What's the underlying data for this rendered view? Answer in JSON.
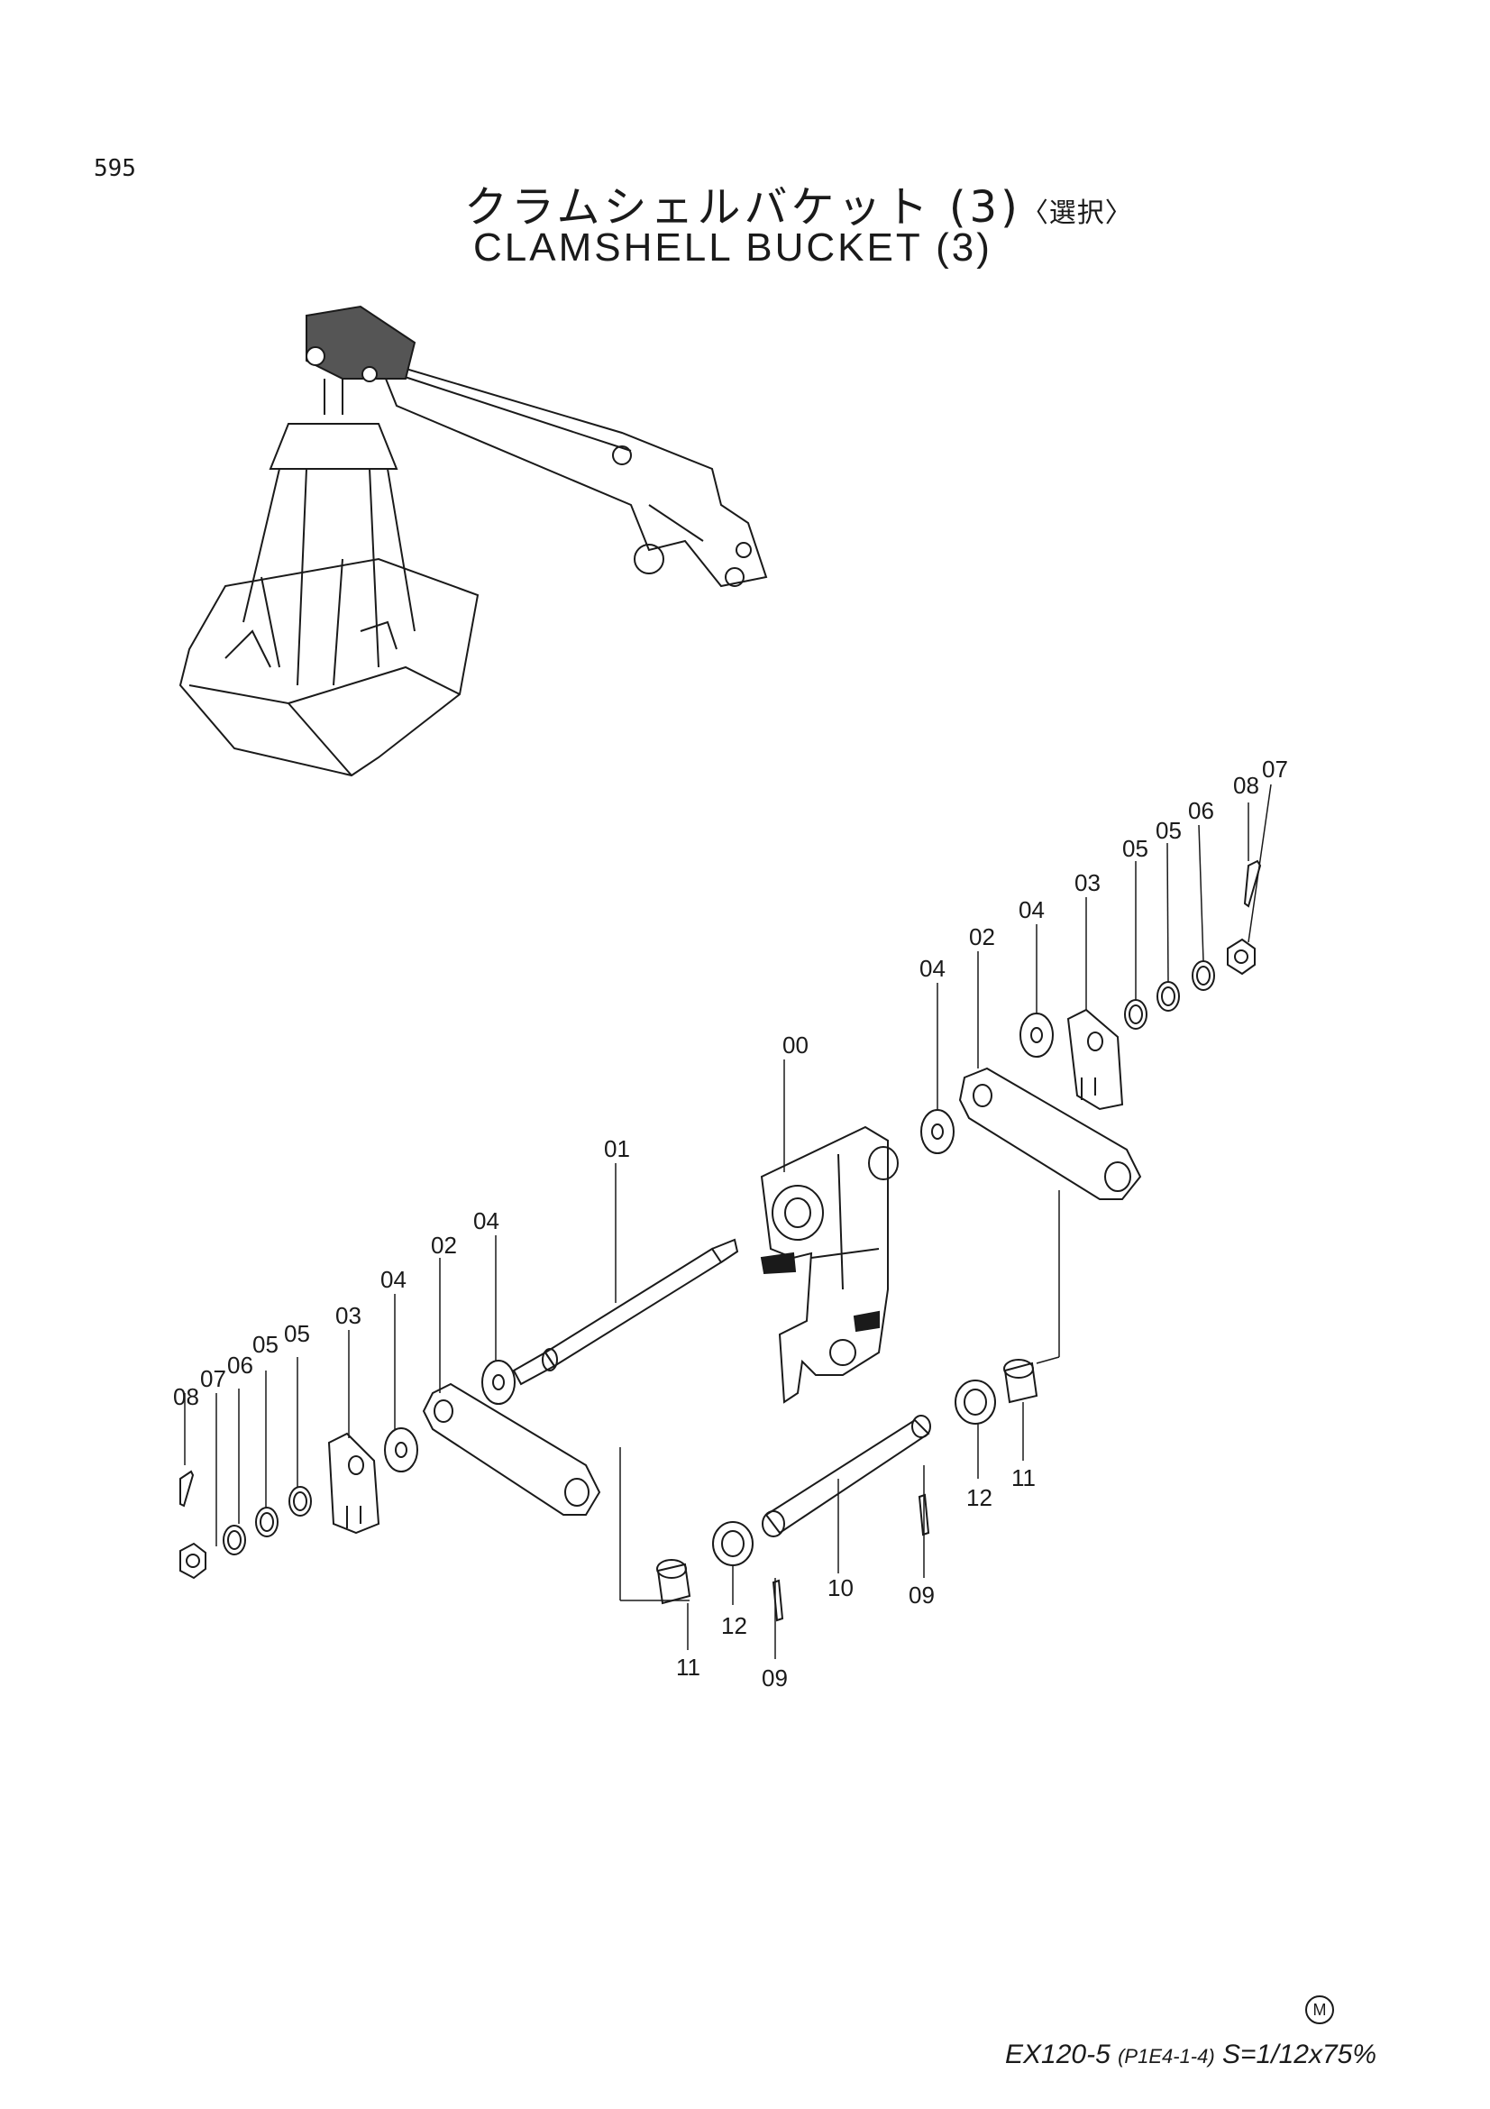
{
  "page_number": "595",
  "title_jp": "クラムシェルバケット (3)",
  "title_jp_qualifier": "〈選択〉",
  "title_en": "CLAMSHELL  BUCKET  (3)",
  "callouts": {
    "c00": "00",
    "c01": "01",
    "c02_left": "02",
    "c02_right": "02",
    "c03_left": "03",
    "c03_right": "03",
    "c04_a": "04",
    "c04_b": "04",
    "c04_c": "04",
    "c04_d": "04",
    "c05_a": "05",
    "c05_b": "05",
    "c05_c": "05",
    "c05_d": "05",
    "c06_left": "06",
    "c06_right": "06",
    "c07_left": "07",
    "c07_right": "07",
    "c08_left": "08",
    "c08_right": "08",
    "c09_a": "09",
    "c09_b": "09",
    "c10": "10",
    "c11_a": "11",
    "c11_b": "11",
    "c12_a": "12",
    "c12_b": "12"
  },
  "footer": {
    "mark": "M",
    "model": "EX120-5",
    "code": "(P1E4-1-4)",
    "scale": "S=1/12x75%"
  }
}
